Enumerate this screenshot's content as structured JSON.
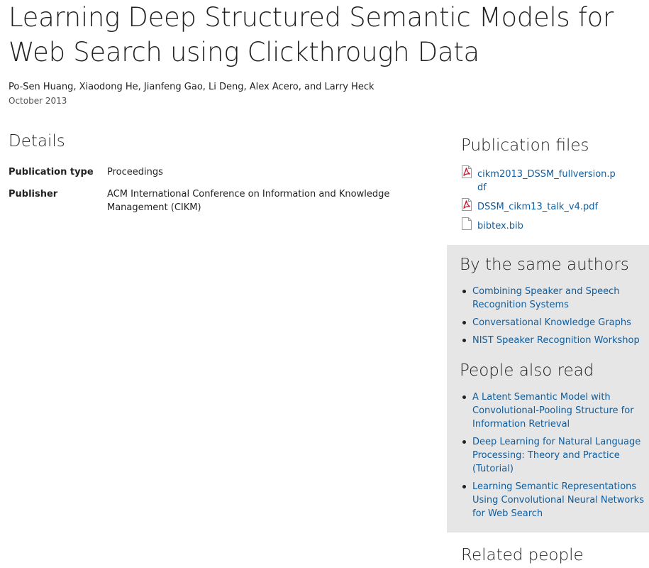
{
  "publication": {
    "title": "Learning Deep Structured Semantic Models for Web Search using Clickthrough Data",
    "authors": "Po-Sen Huang, Xiaodong He, Jianfeng Gao, Li Deng, Alex Acero, and Larry Heck",
    "date": "October 2013"
  },
  "details": {
    "heading": "Details",
    "rows": [
      {
        "label": "Publication type",
        "value": "Proceedings"
      },
      {
        "label": "Publisher",
        "value": "ACM International Conference on Information and Knowledge Management (CIKM)"
      }
    ]
  },
  "files": {
    "heading": "Publication files",
    "items": [
      {
        "name": "cikm2013_DSSM_fullversion.pdf",
        "icon": "pdf-file-icon"
      },
      {
        "name": "DSSM_cikm13_talk_v4.pdf",
        "icon": "pdf-file-icon"
      },
      {
        "name": "bibtex.bib",
        "icon": "blank-file-icon"
      }
    ]
  },
  "same_authors": {
    "heading": "By the same authors",
    "items": [
      "Combining Speaker and Speech Recognition Systems",
      "Conversational Knowledge Graphs",
      "NIST Speaker Recognition Workshop"
    ]
  },
  "also_read": {
    "heading": "People also read",
    "items": [
      "A Latent Semantic Model with Convolutional-Pooling Structure for Information Retrieval",
      "Deep Learning for Natural Language Processing: Theory and Practice (Tutorial)",
      "Learning Semantic Representations Using Convolutional Neural Networks for Web Search"
    ]
  },
  "related_people": {
    "heading": "Related people"
  },
  "colors": {
    "link": "#0e5d9e",
    "panel_background": "#e6e6e6",
    "pdf_icon": "#c8102e"
  }
}
